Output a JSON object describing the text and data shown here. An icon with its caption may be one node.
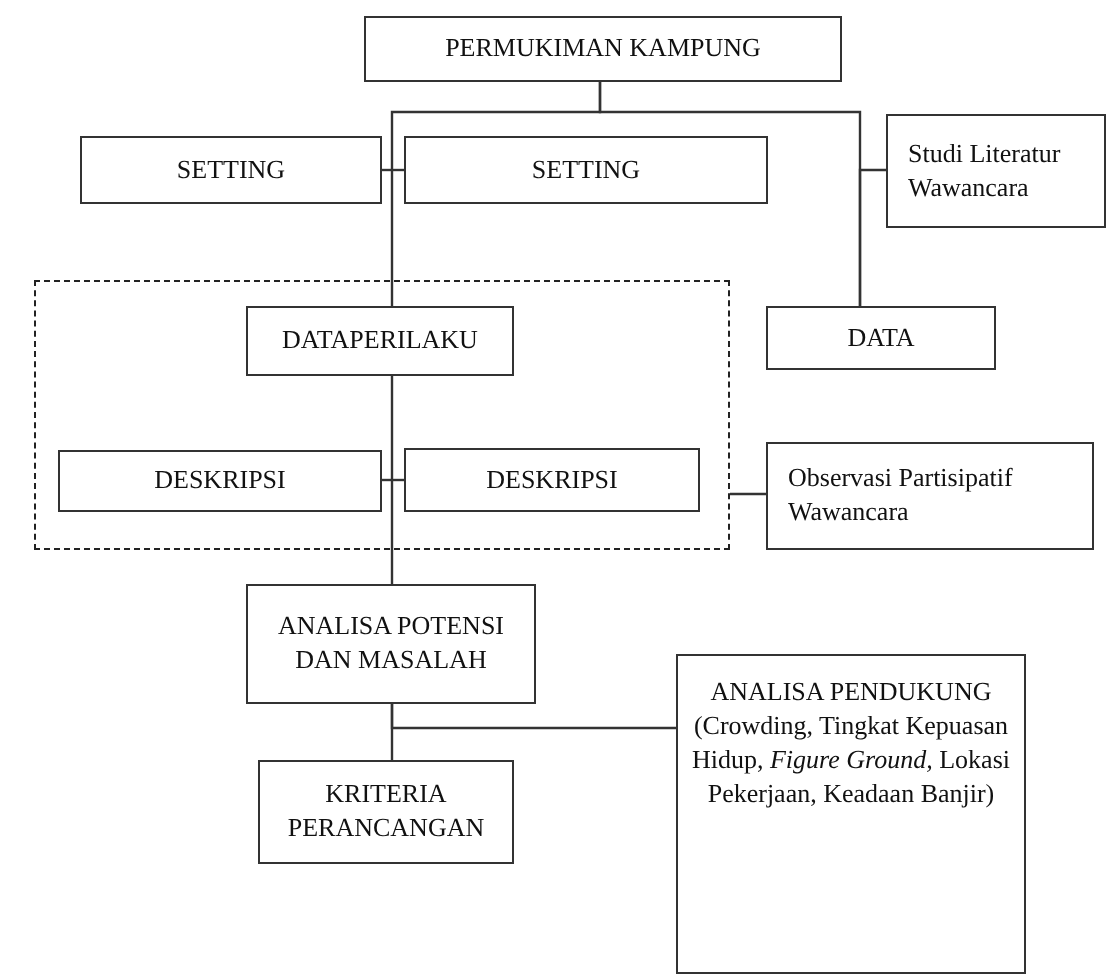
{
  "diagram": {
    "nodes": [
      {
        "text": [
          "PERMUKIMAN KAMPUNG"
        ]
      },
      {
        "text": [
          "SETTING"
        ]
      },
      {
        "text": [
          "SETTING"
        ]
      },
      {
        "text": [
          "Studi Literatur Wawancara"
        ]
      },
      {
        "text": [],
        "shape": "box"
      },
      {
        "text": [
          "DATAPERILAKU"
        ],
        "in": 4
      },
      {
        "text": [
          "DATA"
        ]
      },
      {
        "text": [
          "DESKRIPSI"
        ],
        "in": 4
      },
      {
        "text": [
          "DESKRIPSI"
        ],
        "in": 4
      },
      {
        "text": [
          "Observasi Partisipatif Wawancara"
        ]
      },
      {
        "text": [
          "ANALISA POTENSI DAN MASALAH"
        ]
      },
      {
        "text": [
          "ANALISA PENDUKUNG",
          "(Crowding, Tingkat Kepuasan Hidup, *Figure Ground,* Lokasi Pekerjaan, Keadaan Banjir)"
        ]
      },
      {
        "text": [
          "KRITERIA PERANCANGAN"
        ]
      }
    ],
    "edges": [
      {
        "from": 0,
        "to": 5,
        "arrow": "none"
      },
      {
        "from": 0,
        "to": 6,
        "arrow": "none"
      },
      {
        "from": 1,
        "to": 2,
        "arrow": "none"
      },
      {
        "from": 3,
        "to": 6,
        "arrow": "none"
      },
      {
        "from": 5,
        "to": 10,
        "arrow": "none"
      },
      {
        "from": 7,
        "to": 8,
        "arrow": "none"
      },
      {
        "from": 9,
        "to": 4,
        "arrow": "none"
      },
      {
        "from": 10,
        "to": 12,
        "arrow": "none"
      },
      {
        "from": 10,
        "to": 11,
        "arrow": "none"
      }
    ]
  }
}
